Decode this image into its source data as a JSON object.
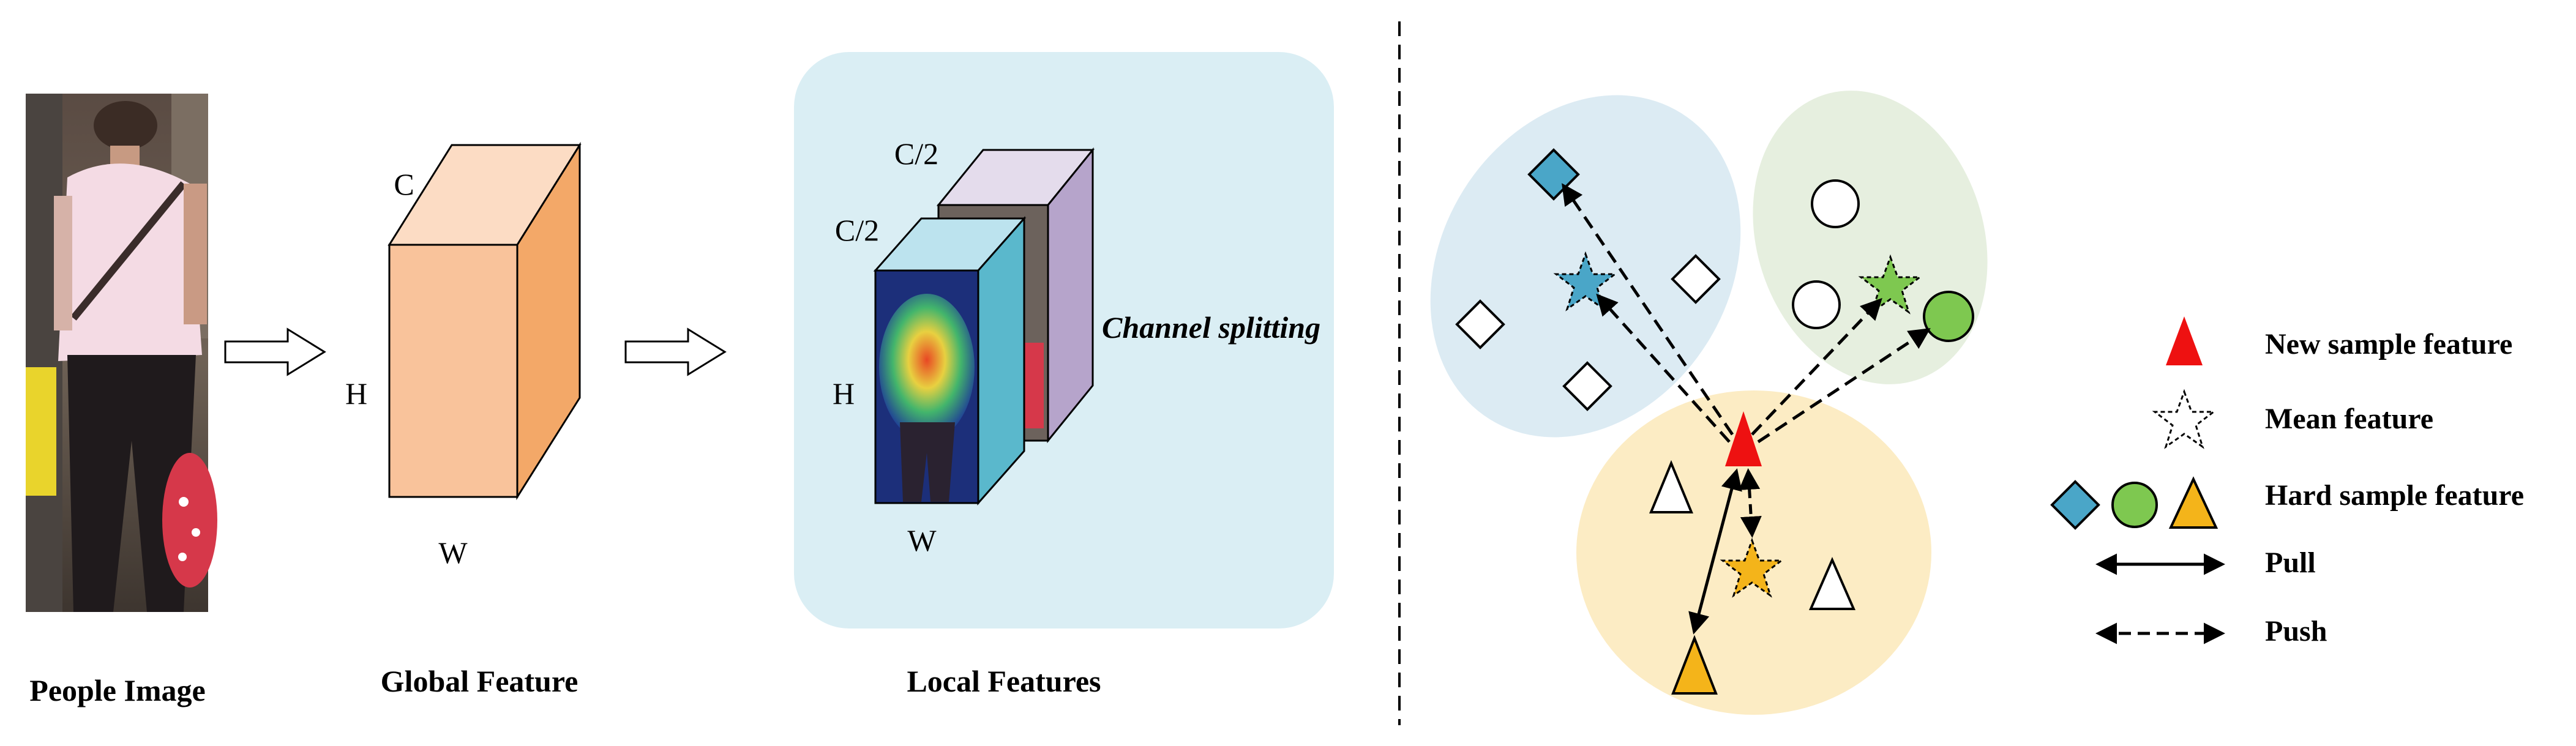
{
  "left_panel": {
    "people_image_caption": "People Image",
    "global": {
      "caption": "Global Feature",
      "dim_c": "C",
      "dim_h": "H",
      "dim_w": "W"
    },
    "local": {
      "caption": "Local Features",
      "dim_c_back": "C/2",
      "dim_c_front": "C/2",
      "dim_h": "H",
      "dim_w": "W",
      "annotation": "Channel splitting"
    }
  },
  "right_panel": {
    "legend": {
      "new_sample": "New sample feature",
      "mean": "Mean feature",
      "hard_sample": "Hard sample feature",
      "pull": "Pull",
      "push": "Push"
    }
  },
  "colors": {
    "local_panel_bg": "#daeef4",
    "cluster_blue": "#dcebf3",
    "cluster_green": "#e6efdf",
    "cluster_yellow": "#fcecc4",
    "global_front": "#f9c39b",
    "global_top": "#fcdcc4",
    "global_side": "#f3a868",
    "local_front_side": "#5ab8cc",
    "local_front_top": "#bce3ee",
    "local_back_top": "#e4dcec",
    "local_back_side": "#b6a4cb",
    "hard_blue": "#4aa6c8",
    "hard_green": "#7ec850",
    "hard_yellow": "#f4b41a",
    "new_sample_red": "#ee1111"
  }
}
